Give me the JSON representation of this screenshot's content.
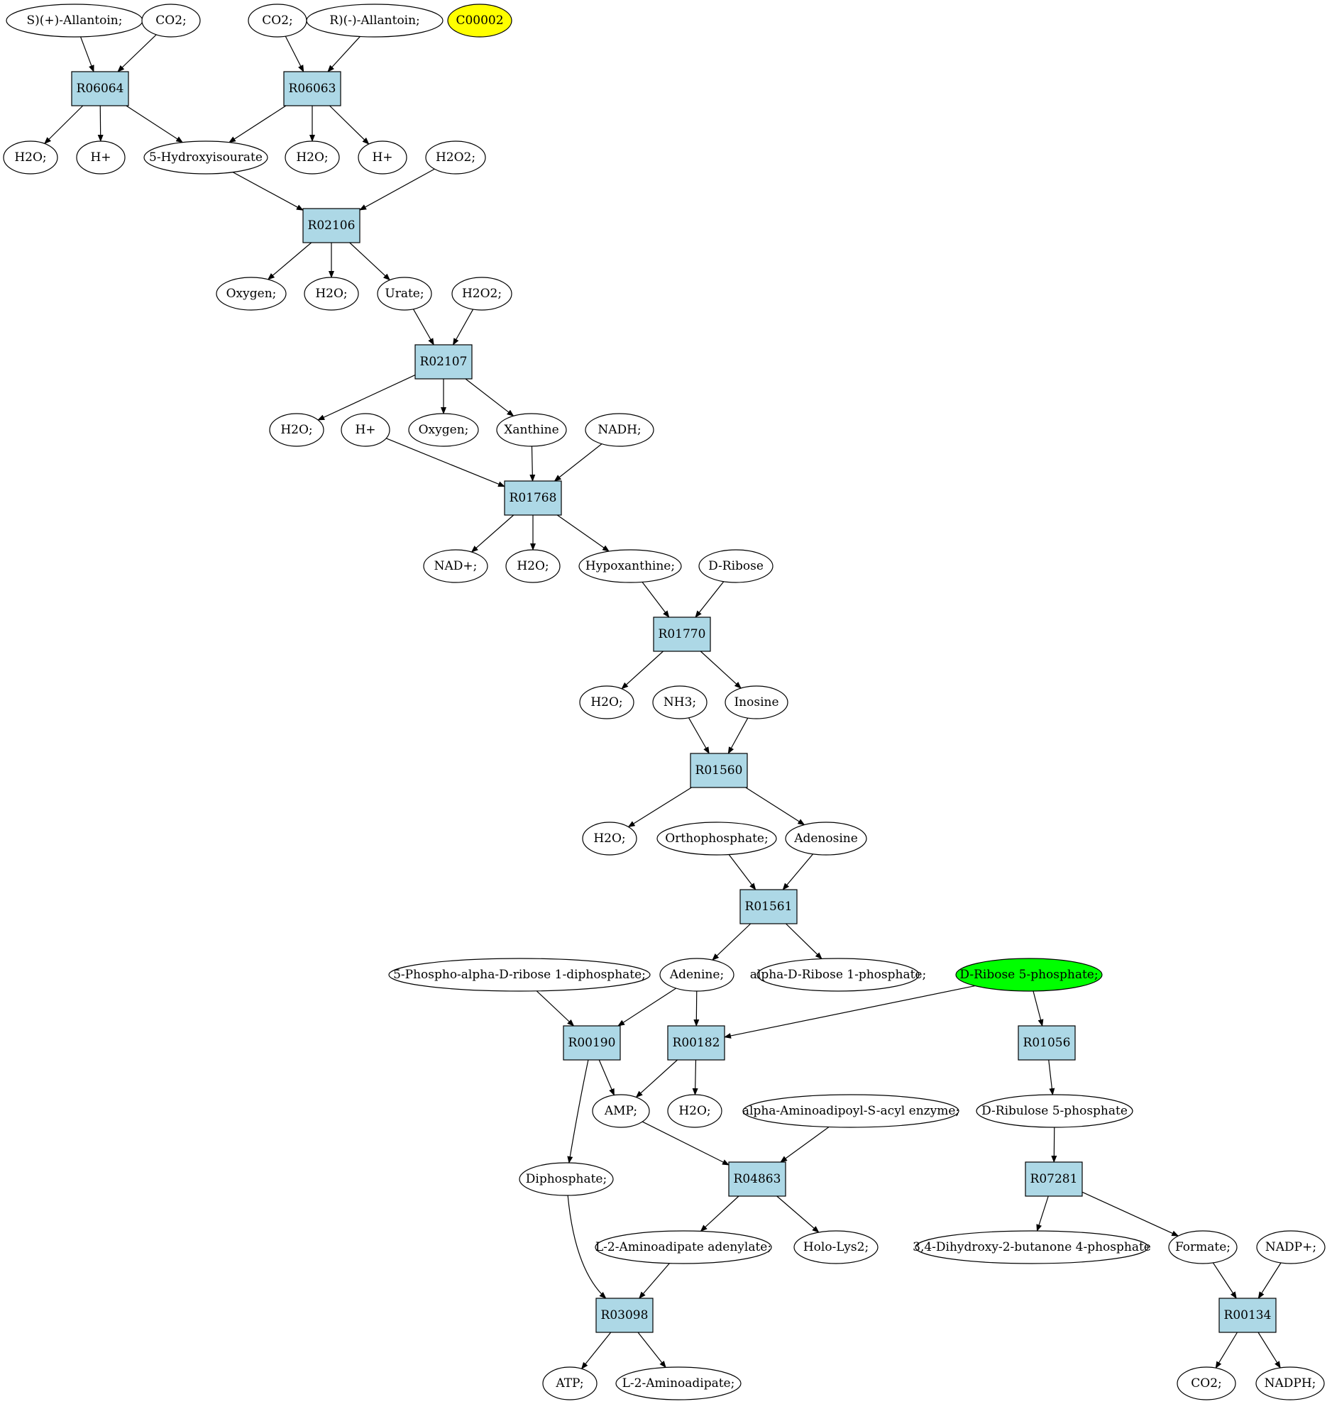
{
  "colors": {
    "reaction_fill": "#add8e6",
    "compound_fill": "#ffffff",
    "highlight_yellow": "#ffff00",
    "highlight_green": "#00ff00",
    "line": "#000000"
  },
  "reactions": [
    {
      "id": "r_R06064",
      "label": "R06064"
    },
    {
      "id": "r_R06063",
      "label": "R06063"
    },
    {
      "id": "r_R02106",
      "label": "R02106"
    },
    {
      "id": "r_R02107",
      "label": "R02107"
    },
    {
      "id": "r_R01768",
      "label": "R01768"
    },
    {
      "id": "r_R01770",
      "label": "R01770"
    },
    {
      "id": "r_R01560",
      "label": "R01560"
    },
    {
      "id": "r_R01561",
      "label": "R01561"
    },
    {
      "id": "r_R00190",
      "label": "R00190"
    },
    {
      "id": "r_R00182",
      "label": "R00182"
    },
    {
      "id": "r_R01056",
      "label": "R01056"
    },
    {
      "id": "r_R04863",
      "label": "R04863"
    },
    {
      "id": "r_R07281",
      "label": "R07281"
    },
    {
      "id": "r_R03098",
      "label": "R03098"
    },
    {
      "id": "r_R00134",
      "label": "R00134"
    }
  ],
  "compounds": [
    {
      "id": "c_sallantoin",
      "label": "S)(+)-Allantoin;"
    },
    {
      "id": "c_co2_a",
      "label": "CO2;"
    },
    {
      "id": "c_co2_b",
      "label": "CO2;"
    },
    {
      "id": "c_rallantoin",
      "label": "R)(-)-Allantoin;"
    },
    {
      "id": "c_c00002",
      "label": "C00002",
      "highlight": "yellow"
    },
    {
      "id": "c_h2o_1",
      "label": "H2O;"
    },
    {
      "id": "c_hplus_1",
      "label": "H+"
    },
    {
      "id": "c_hydroxyisourate",
      "label": "5-Hydroxyisourate"
    },
    {
      "id": "c_h2o_2",
      "label": "H2O;"
    },
    {
      "id": "c_hplus_2",
      "label": "H+"
    },
    {
      "id": "c_h2o2_1",
      "label": "H2O2;"
    },
    {
      "id": "c_oxygen_1",
      "label": "Oxygen;"
    },
    {
      "id": "c_h2o_3",
      "label": "H2O;"
    },
    {
      "id": "c_urate",
      "label": "Urate;"
    },
    {
      "id": "c_h2o2_2",
      "label": "H2O2;"
    },
    {
      "id": "c_h2o_4",
      "label": "H2O;"
    },
    {
      "id": "c_hplus_3",
      "label": "H+"
    },
    {
      "id": "c_oxygen_2",
      "label": "Oxygen;"
    },
    {
      "id": "c_xanthine",
      "label": "Xanthine"
    },
    {
      "id": "c_nadh",
      "label": "NADH;"
    },
    {
      "id": "c_nadplus",
      "label": "NAD+;"
    },
    {
      "id": "c_h2o_5",
      "label": "H2O;"
    },
    {
      "id": "c_hypoxanthine",
      "label": "Hypoxanthine;"
    },
    {
      "id": "c_dribose",
      "label": "D-Ribose"
    },
    {
      "id": "c_h2o_6",
      "label": "H2O;"
    },
    {
      "id": "c_nh3",
      "label": "NH3;"
    },
    {
      "id": "c_inosine",
      "label": "Inosine"
    },
    {
      "id": "c_h2o_7",
      "label": "H2O;"
    },
    {
      "id": "c_orthophosphate",
      "label": "Orthophosphate;"
    },
    {
      "id": "c_adenosine",
      "label": "Adenosine"
    },
    {
      "id": "c_prpp",
      "label": "5-Phospho-alpha-D-ribose 1-diphosphate;"
    },
    {
      "id": "c_adenine",
      "label": "Adenine;"
    },
    {
      "id": "c_ribose1p",
      "label": "alpha-D-Ribose 1-phosphate;"
    },
    {
      "id": "c_ribose5p",
      "label": "D-Ribose 5-phosphate;",
      "highlight": "green"
    },
    {
      "id": "c_amp",
      "label": "AMP;"
    },
    {
      "id": "c_h2o_8",
      "label": "H2O;"
    },
    {
      "id": "c_aminoadipoyl",
      "label": "alpha-Aminoadipoyl-S-acyl enzyme;"
    },
    {
      "id": "c_ribulose5p",
      "label": "D-Ribulose 5-phosphate"
    },
    {
      "id": "c_diphosphate",
      "label": "Diphosphate;"
    },
    {
      "id": "c_l2aa_adenylate",
      "label": "L-2-Aminoadipate adenylate;"
    },
    {
      "id": "c_hololys2",
      "label": "Holo-Lys2;"
    },
    {
      "id": "c_dhbp",
      "label": "3,4-Dihydroxy-2-butanone 4-phosphate"
    },
    {
      "id": "c_formate",
      "label": "Formate;"
    },
    {
      "id": "c_nadpplus",
      "label": "NADP+;"
    },
    {
      "id": "c_atp",
      "label": "ATP;"
    },
    {
      "id": "c_l2aa",
      "label": "L-2-Aminoadipate;"
    },
    {
      "id": "c_co2_c",
      "label": "CO2;"
    },
    {
      "id": "c_nadph",
      "label": "NADPH;"
    }
  ],
  "edges": [
    [
      "c_sallantoin",
      "r_R06064"
    ],
    [
      "c_co2_a",
      "r_R06064"
    ],
    [
      "r_R06064",
      "c_h2o_1"
    ],
    [
      "r_R06064",
      "c_hplus_1"
    ],
    [
      "r_R06064",
      "c_hydroxyisourate"
    ],
    [
      "c_co2_b",
      "r_R06063"
    ],
    [
      "c_rallantoin",
      "r_R06063"
    ],
    [
      "r_R06063",
      "c_hydroxyisourate"
    ],
    [
      "r_R06063",
      "c_h2o_2"
    ],
    [
      "r_R06063",
      "c_hplus_2"
    ],
    [
      "c_hydroxyisourate",
      "r_R02106"
    ],
    [
      "c_h2o2_1",
      "r_R02106"
    ],
    [
      "r_R02106",
      "c_oxygen_1"
    ],
    [
      "r_R02106",
      "c_h2o_3"
    ],
    [
      "r_R02106",
      "c_urate"
    ],
    [
      "c_urate",
      "r_R02107"
    ],
    [
      "c_h2o2_2",
      "r_R02107"
    ],
    [
      "r_R02107",
      "c_h2o_4"
    ],
    [
      "r_R02107",
      "c_oxygen_2"
    ],
    [
      "r_R02107",
      "c_xanthine"
    ],
    [
      "c_hplus_3",
      "r_R01768"
    ],
    [
      "c_xanthine",
      "r_R01768"
    ],
    [
      "c_nadh",
      "r_R01768"
    ],
    [
      "r_R01768",
      "c_nadplus"
    ],
    [
      "r_R01768",
      "c_h2o_5"
    ],
    [
      "r_R01768",
      "c_hypoxanthine"
    ],
    [
      "c_hypoxanthine",
      "r_R01770"
    ],
    [
      "c_dribose",
      "r_R01770"
    ],
    [
      "r_R01770",
      "c_h2o_6"
    ],
    [
      "r_R01770",
      "c_inosine"
    ],
    [
      "c_nh3",
      "r_R01560"
    ],
    [
      "c_inosine",
      "r_R01560"
    ],
    [
      "r_R01560",
      "c_h2o_7"
    ],
    [
      "r_R01560",
      "c_adenosine"
    ],
    [
      "c_orthophosphate",
      "r_R01561"
    ],
    [
      "c_adenosine",
      "r_R01561"
    ],
    [
      "r_R01561",
      "c_adenine"
    ],
    [
      "r_R01561",
      "c_ribose1p"
    ],
    [
      "c_prpp",
      "r_R00190"
    ],
    [
      "c_adenine",
      "r_R00190"
    ],
    [
      "c_adenine",
      "r_R00182"
    ],
    [
      "c_ribose5p",
      "r_R00182"
    ],
    [
      "c_ribose5p",
      "r_R01056"
    ],
    [
      "r_R00190",
      "c_amp"
    ],
    [
      "r_R00190",
      "c_diphosphate"
    ],
    [
      "r_R00182",
      "c_amp"
    ],
    [
      "r_R00182",
      "c_h2o_8"
    ],
    [
      "r_R01056",
      "c_ribulose5p"
    ],
    [
      "c_amp",
      "r_R04863"
    ],
    [
      "c_aminoadipoyl",
      "r_R04863"
    ],
    [
      "c_ribulose5p",
      "r_R07281"
    ],
    [
      "r_R04863",
      "c_l2aa_adenylate"
    ],
    [
      "r_R04863",
      "c_hololys2"
    ],
    [
      "r_R07281",
      "c_dhbp"
    ],
    [
      "r_R07281",
      "c_formate"
    ],
    [
      "c_diphosphate",
      "r_R03098"
    ],
    [
      "c_l2aa_adenylate",
      "r_R03098"
    ],
    [
      "c_formate",
      "r_R00134"
    ],
    [
      "c_nadpplus",
      "r_R00134"
    ],
    [
      "r_R03098",
      "c_atp"
    ],
    [
      "r_R03098",
      "c_l2aa"
    ],
    [
      "r_R00134",
      "c_co2_c"
    ],
    [
      "r_R00134",
      "c_nadph"
    ]
  ]
}
